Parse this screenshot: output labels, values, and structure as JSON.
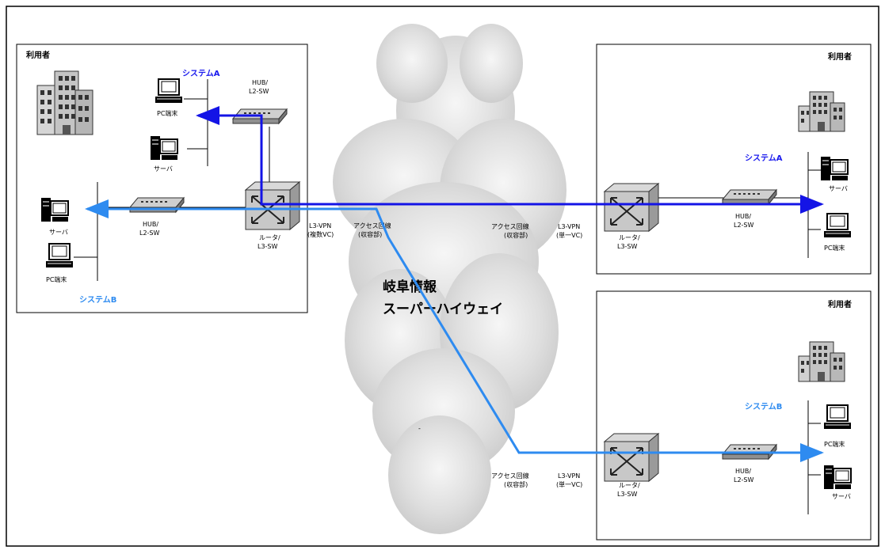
{
  "colors": {
    "system_a_line": "#1414e6",
    "system_b_line": "#2e8bf0",
    "system_a_label": "#1a1aee",
    "system_b_label": "#2e8bf0",
    "cloud": "#d8d8d8",
    "box_border": "#000000"
  },
  "cloud_label": [
    "岐阜情報",
    "スーパーハイウェイ"
  ],
  "cloud_dash": "-",
  "left_site": {
    "title": "利用者",
    "system_a": "システムA",
    "system_b": "システムB",
    "hub_top": [
      "HUB/",
      "L2-SW"
    ],
    "hub_left": [
      "HUB/",
      "L2-SW"
    ],
    "pc_top": "PC端末",
    "server_top": "サーバ",
    "server_left": "サーバ",
    "pc_left": "PC端末",
    "l3sw": [
      "ルータ/",
      "L3-SW"
    ]
  },
  "center": {
    "vpn_left": [
      "L3-VPN",
      "(複数VC)"
    ],
    "router_left": [
      "アクセス回線",
      "(収容部)"
    ]
  },
  "top_right_site": {
    "title": "利用者",
    "system": "システムA",
    "router": [
      "アクセス回線",
      "(収容部)"
    ],
    "vpn": [
      "L3-VPN",
      "(単一VC)"
    ],
    "l3sw": [
      "ルータ/",
      "L3-SW"
    ],
    "hub": [
      "HUB/",
      "L2-SW"
    ],
    "server": "サーバ",
    "pc": "PC端末"
  },
  "bottom_right_site": {
    "title": "利用者",
    "system": "システムB",
    "router": [
      "アクセス回線",
      "(収容部)"
    ],
    "vpn": [
      "L3-VPN",
      "(単一VC)"
    ],
    "l3sw": [
      "ルータ/",
      "L3-SW"
    ],
    "hub": [
      "HUB/",
      "L2-SW"
    ],
    "pc": "PC端末",
    "server": "サーバ"
  }
}
